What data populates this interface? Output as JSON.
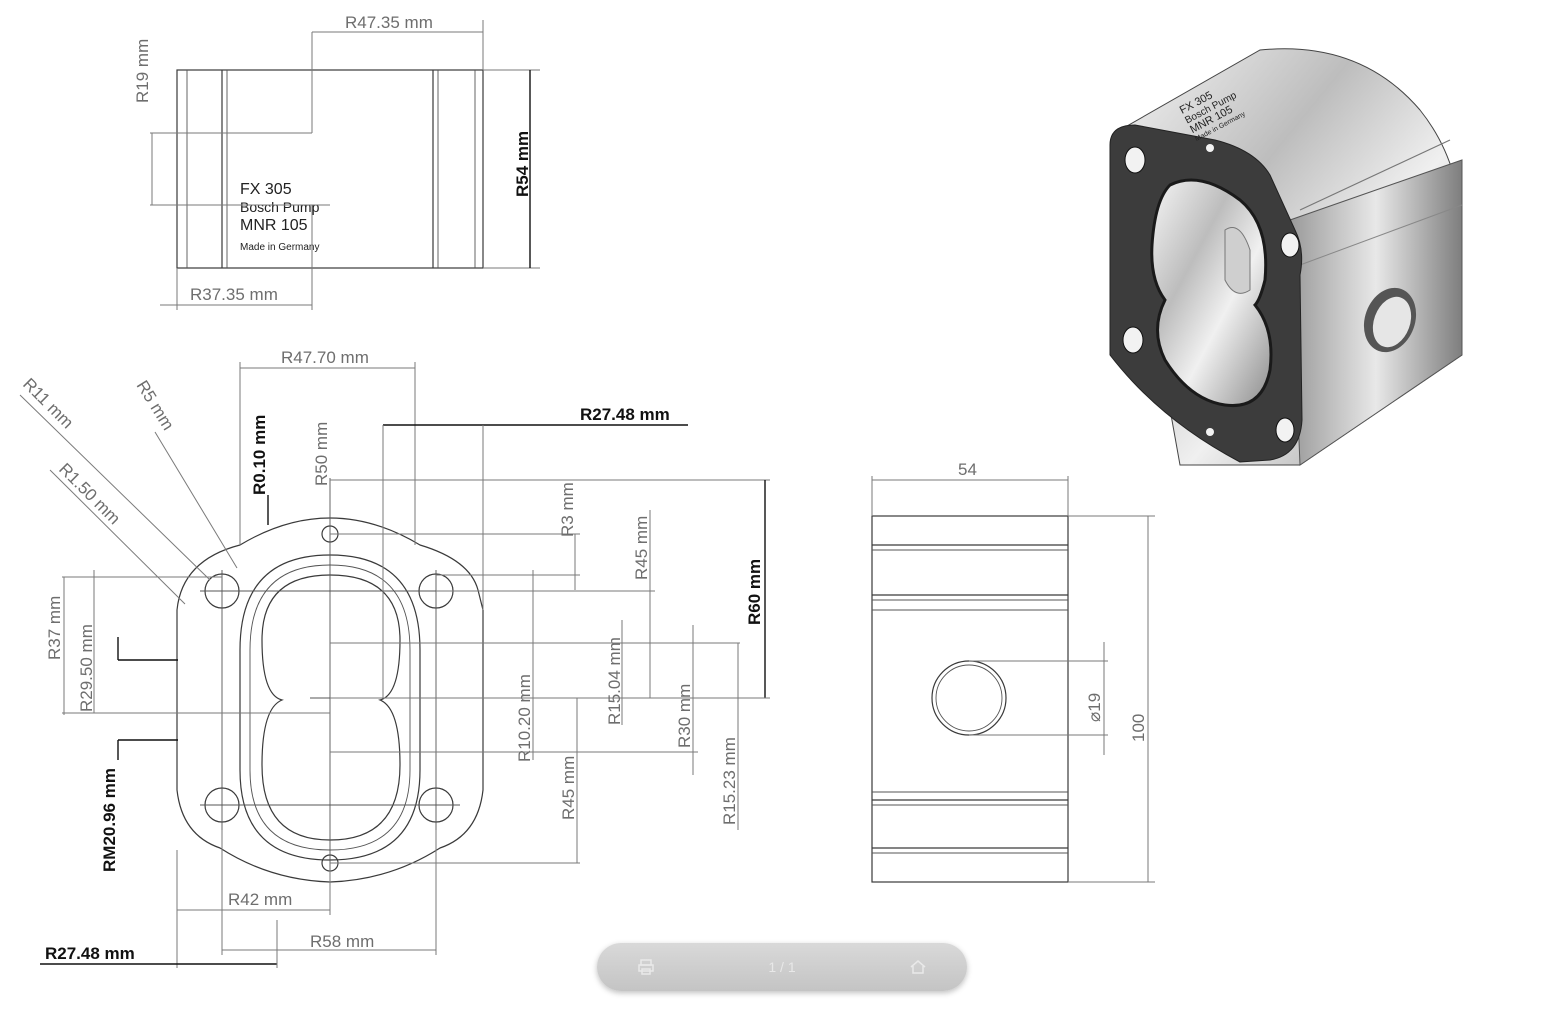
{
  "top_view": {
    "dims": {
      "top_width": "R47.35 mm",
      "left_radius": "R19 mm",
      "height": "R54 mm",
      "bottom_width": "R37.35 mm"
    },
    "label": {
      "line1": "FX 305",
      "line2": "Bosch Pump",
      "line3": "MNR 105",
      "line4": "Made in Germany"
    }
  },
  "front_view": {
    "dims": {
      "r11": "R11 mm",
      "r5": "R5 mm",
      "r150": "R1.50 mm",
      "top_width": "R47.70 mm",
      "r010": "R0.10 mm",
      "r50": "R50 mm",
      "r2748_top": "R27.48 mm",
      "r3": "R3 mm",
      "r45_top": "R45 mm",
      "r60": "R60 mm",
      "r37": "R37 mm",
      "r2950": "R29.50 mm",
      "r1504": "R15.04 mm",
      "r1020": "R10.20 mm",
      "r30": "R30 mm",
      "r1523": "R15.23 mm",
      "r45_bottom": "R45 mm",
      "rm2096": "RM20.96 mm",
      "r42": "R42 mm",
      "r58": "R58 mm",
      "r2748_bottom": "R27.48 mm"
    }
  },
  "side_view": {
    "dims": {
      "width": "54",
      "height": "100",
      "hole": "⌀19"
    }
  },
  "iso_view": {
    "label": {
      "line1": "FX 305",
      "line2": "Bosch Pump",
      "line3": "MNR 105",
      "line4": "Made in Germany"
    }
  },
  "viewer_bar": {
    "page_indicator": "1 / 1",
    "icons": [
      "print-icon",
      "home-icon"
    ]
  }
}
